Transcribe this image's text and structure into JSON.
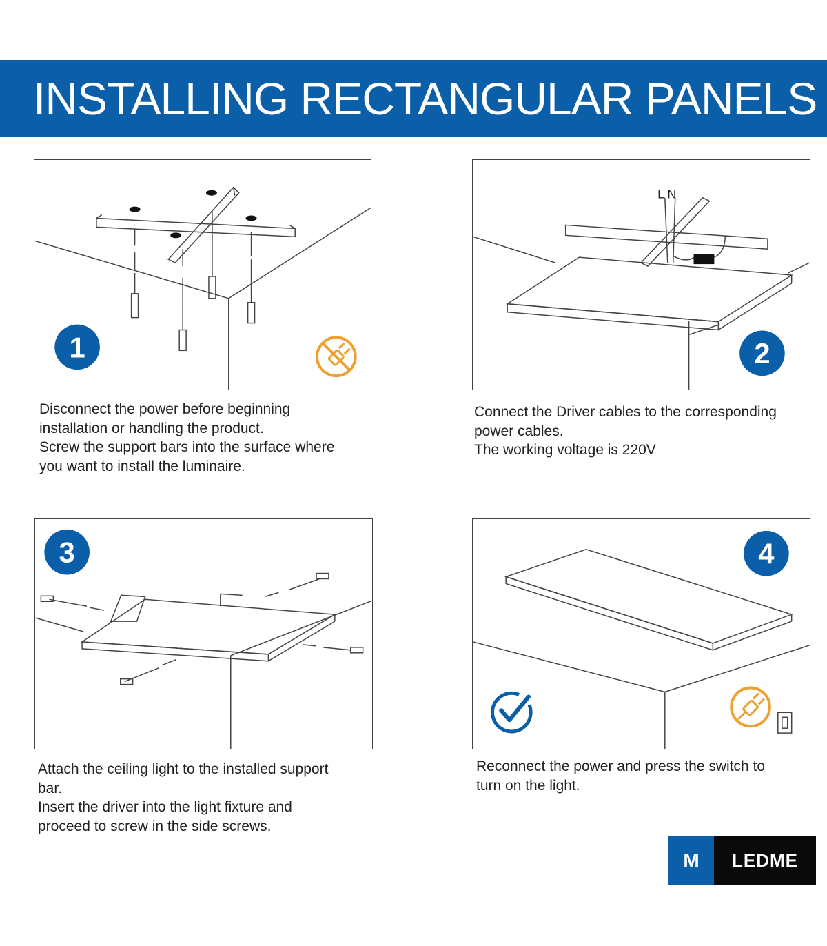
{
  "header": {
    "title": "INSTALLING RECTANGULAR PANELS"
  },
  "colors": {
    "brand_blue": "#0b5ea8",
    "warning_orange": "#f0a030",
    "line": "#444444"
  },
  "steps": [
    {
      "number": "1",
      "status_icon": "no-power-plug-icon",
      "lines": [
        "Disconnect the power before beginning",
        "installation or handling the product.",
        "Screw the support bars into the surface where",
        "you want to install the luminaire."
      ]
    },
    {
      "number": "2",
      "wire_labels": "L N",
      "lines": [
        "Connect the Driver cables to the corresponding",
        "power cables.",
        "The working voltage is 220V"
      ]
    },
    {
      "number": "3",
      "lines": [
        "Attach the ceiling light to the installed support",
        "bar.",
        "Insert the driver into the light fixture and",
        "proceed to screw in the side screws."
      ]
    },
    {
      "number": "4",
      "status_icon": "checkmark-icon",
      "power_icon": "power-plug-icon",
      "lines": [
        "Reconnect the power and press the switch to",
        "turn on the light."
      ]
    }
  ],
  "logo": {
    "mark": "M",
    "name": "LEDME"
  }
}
